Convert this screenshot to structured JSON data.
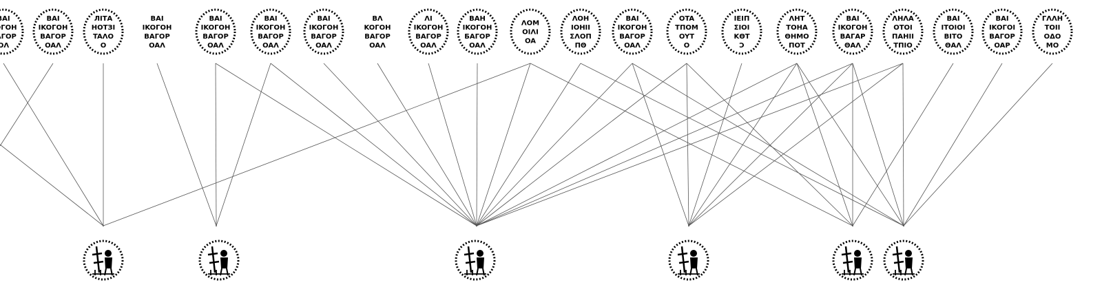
{
  "title": "Die-link diagram of coins",
  "top_coins": [
    {
      "lines": [
        "BAI",
        "KOΓOH",
        "BAΓOP",
        "OΛ"
      ]
    },
    {
      "lines": [
        "BAI",
        "IKOΓOH",
        "BAΓOP",
        "OAΛ"
      ]
    },
    {
      "lines": [
        "ЛIТA",
        "HOTЗI",
        "TAΛO",
        "O"
      ]
    },
    {
      "lines": [
        "BAI",
        "IKOΓOH",
        "BAΓOP",
        "OAΛ"
      ]
    },
    {
      "lines": [
        "BAI",
        "IKOΓOH",
        "BAΓOP",
        "OAΛ"
      ]
    },
    {
      "lines": [
        "BAI",
        "IKOΓOH",
        "BAΓOP",
        "OAΛ"
      ]
    },
    {
      "lines": [
        "BAI",
        "IKOΓOH",
        "BAΓOP",
        "OAΛ"
      ]
    },
    {
      "lines": [
        "BΛ",
        "KOΓOH",
        "BAΓOP",
        "OAΛ"
      ]
    },
    {
      "lines": [
        "ΛI",
        "IKOΓOH",
        "BAΓOP",
        "OAΛ"
      ]
    },
    {
      "lines": [
        "BAH",
        "IKOΓOH",
        "БAΓOP",
        "OAΛ"
      ]
    },
    {
      "lines": [
        "ΛOM",
        "OIΛI",
        "OA"
      ]
    },
    {
      "lines": [
        "ΛOH",
        "IOHII",
        "ΣΛOΠ",
        "ΠΘ"
      ]
    },
    {
      "lines": [
        "BAI",
        "IKOΓOH",
        "BAΓOP",
        "OAΛ"
      ]
    },
    {
      "lines": [
        "OTA",
        "TΠOM",
        "OYT",
        "O"
      ]
    },
    {
      "lines": [
        "IEIΠ",
        "ΣIOI",
        "KΘT",
        "Ͻ"
      ]
    },
    {
      "lines": [
        "ΛHT",
        "TOHA",
        "ΘHMO",
        "ΠOT"
      ]
    },
    {
      "lines": [
        "BAI",
        "IKOΓOH",
        "BAΓAP",
        "ΘAΛ"
      ]
    },
    {
      "lines": [
        "ΛHΛA",
        "OTOI",
        "ΠAHII",
        "TΠIO"
      ]
    },
    {
      "lines": [
        "BAI",
        "ITOIOI",
        "BITO",
        "ΘAΛ"
      ]
    },
    {
      "lines": [
        "BAI",
        "IKOΓOI",
        "BAΓOP",
        "OAP"
      ]
    },
    {
      "lines": [
        "ΓΛΛH",
        "TOII",
        "OΔO",
        "MO"
      ]
    }
  ],
  "bottom_coins": [
    {
      "type": "figure"
    },
    {
      "type": "figure"
    },
    {
      "type": "figure"
    },
    {
      "type": "figure"
    },
    {
      "type": "figure"
    },
    {
      "type": "figure"
    }
  ],
  "links": [
    [
      0,
      0
    ],
    [
      2,
      0
    ],
    [
      3,
      1
    ],
    [
      4,
      1
    ],
    [
      4,
      2
    ],
    [
      5,
      1
    ],
    [
      5,
      2
    ],
    [
      6,
      2
    ],
    [
      7,
      2
    ],
    [
      8,
      2
    ],
    [
      9,
      2
    ],
    [
      10,
      2
    ],
    [
      10,
      0
    ],
    [
      10,
      4
    ],
    [
      11,
      2
    ],
    [
      11,
      5
    ],
    [
      12,
      2
    ],
    [
      12,
      3
    ],
    [
      12,
      5
    ],
    [
      13,
      3
    ],
    [
      13,
      2
    ],
    [
      13,
      4
    ],
    [
      14,
      3
    ],
    [
      15,
      2
    ],
    [
      15,
      3
    ],
    [
      15,
      4
    ],
    [
      15,
      5
    ],
    [
      16,
      4
    ],
    [
      16,
      2
    ],
    [
      16,
      3
    ],
    [
      16,
      5
    ],
    [
      17,
      2
    ],
    [
      17,
      3
    ],
    [
      17,
      5
    ],
    [
      18,
      4
    ],
    [
      19,
      5
    ],
    [
      20,
      5
    ]
  ]
}
